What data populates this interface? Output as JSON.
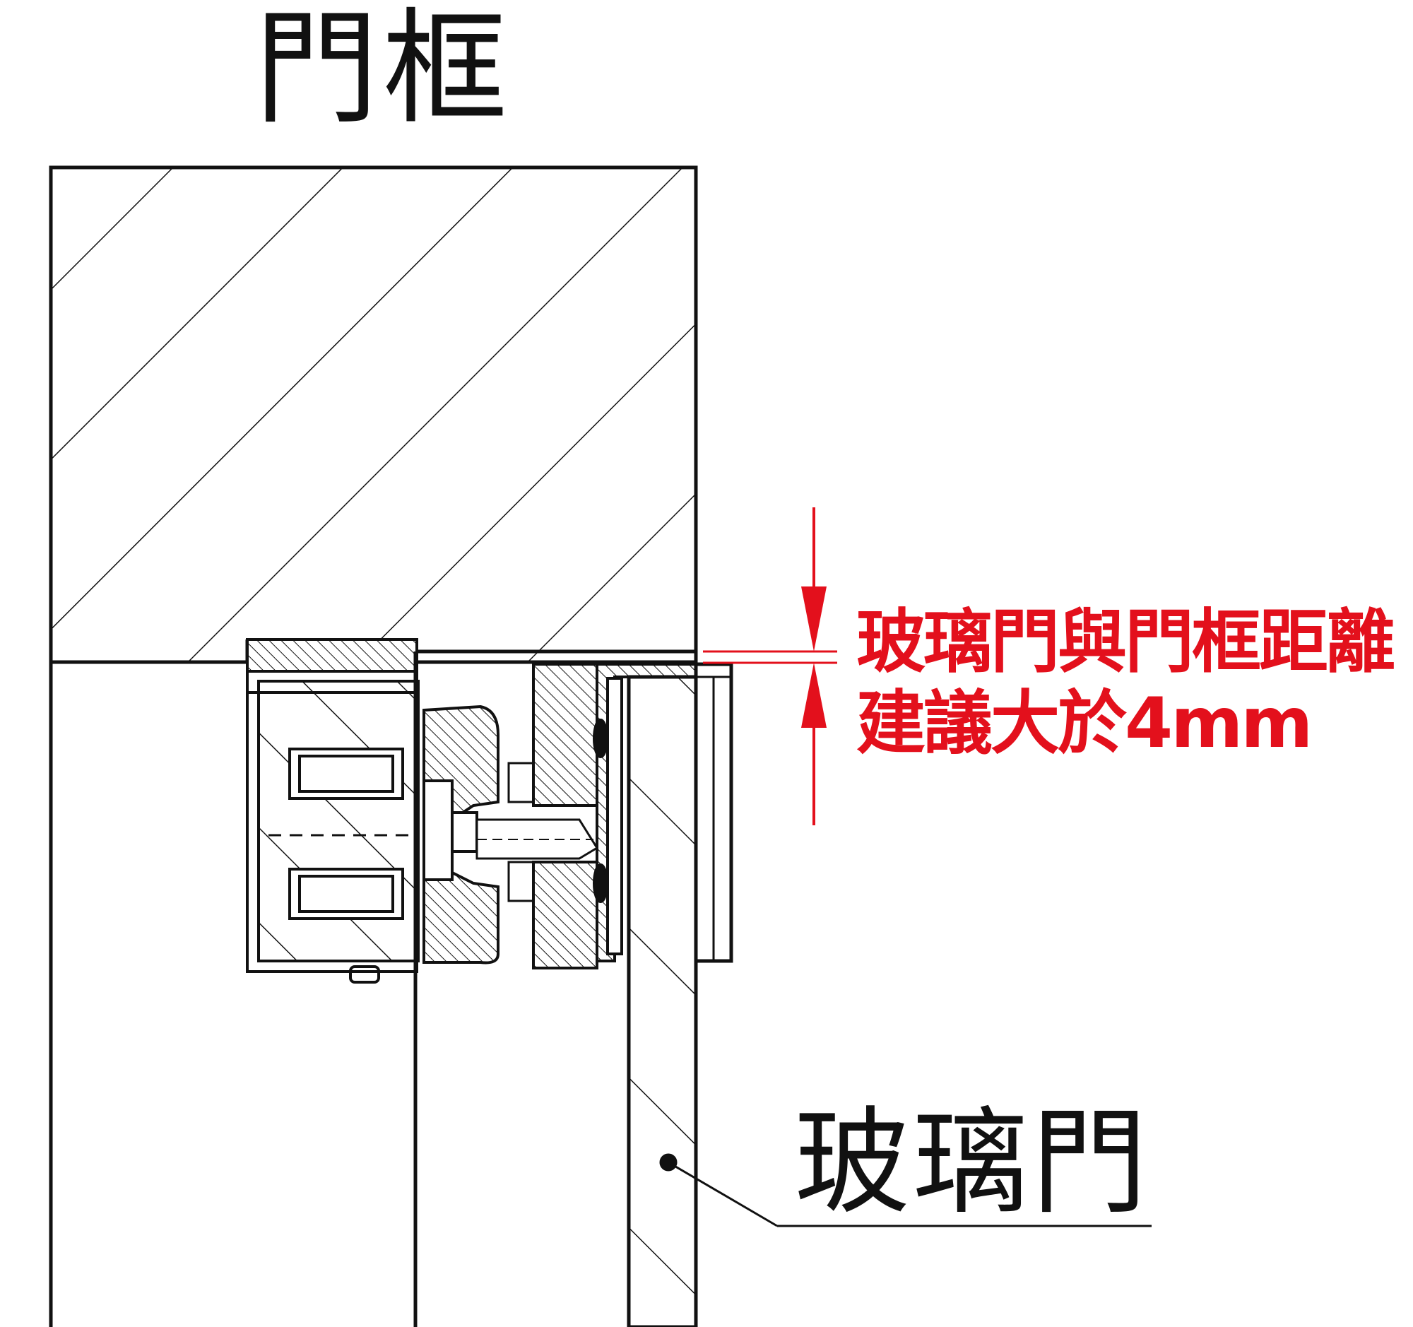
{
  "labels": {
    "door_frame": "門框",
    "glass_door": "玻璃門",
    "gap_note_line1": "玻璃門與門框距離",
    "gap_note_line2": "建議大於4mm"
  },
  "colors": {
    "line": "#111111",
    "annotation": "#e3101c",
    "background": "#ffffff"
  }
}
